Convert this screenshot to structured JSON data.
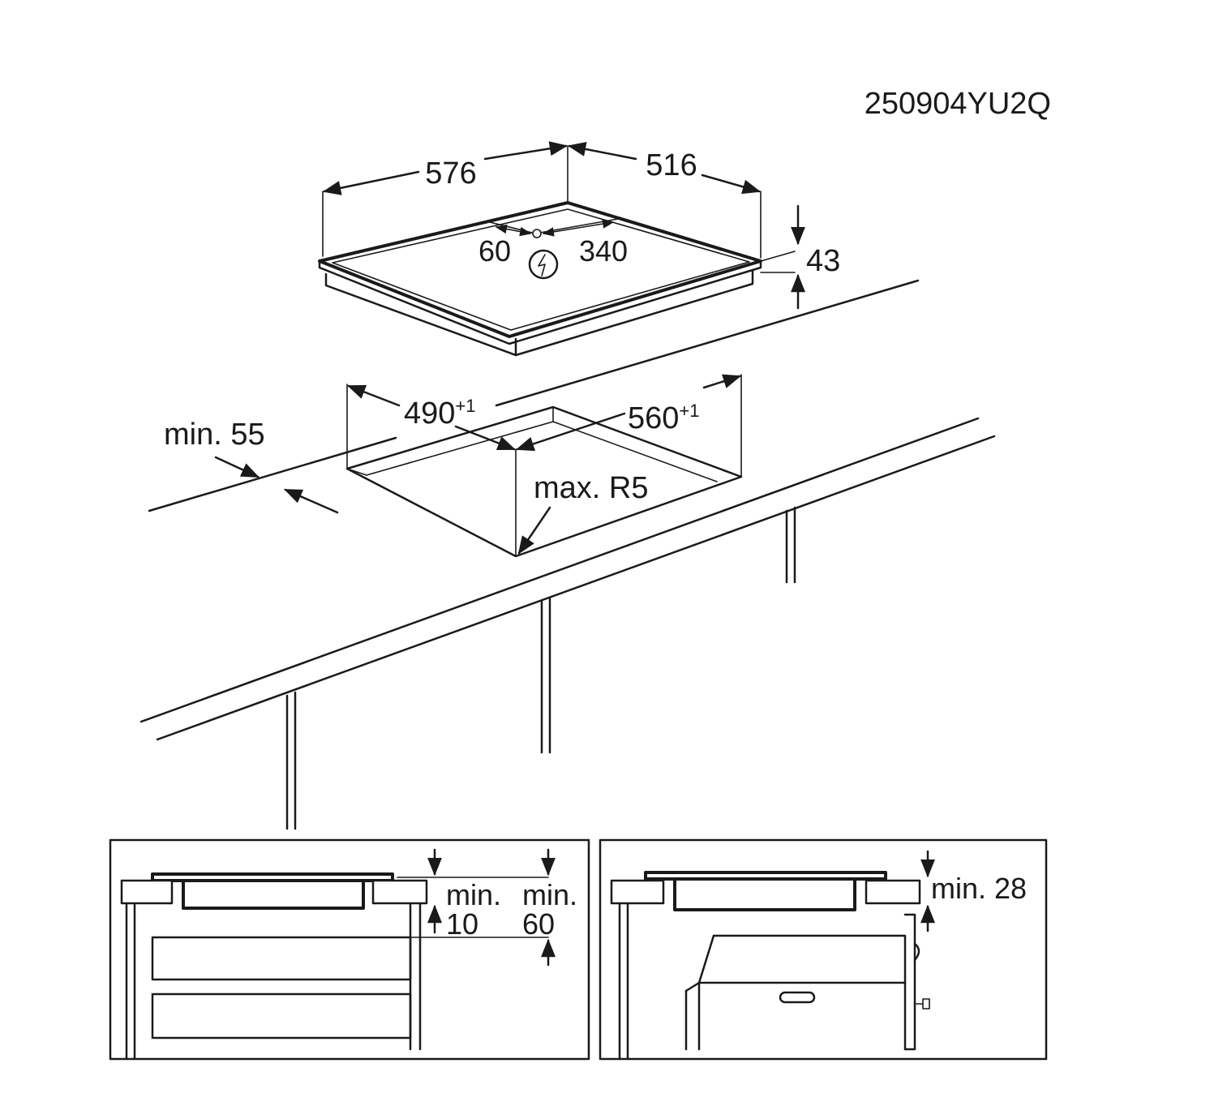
{
  "diagram_id": "250904YU2Q",
  "hob": {
    "width": "576",
    "depth": "516",
    "height": "43",
    "cable_offset_left": "60",
    "cable_offset_right": "340",
    "power_symbol": "lightning-in-circle-icon"
  },
  "cutout": {
    "width": "490",
    "width_tolerance": "+1",
    "depth": "560",
    "depth_tolerance": "+1",
    "front_gap": "min. 55",
    "corner_radius": "max. R5"
  },
  "detail_left": {
    "clearance_1_label": "min.",
    "clearance_1_value": "10",
    "clearance_2_label": "min.",
    "clearance_2_value": "60"
  },
  "detail_right": {
    "clearance_label": "min. 28"
  }
}
